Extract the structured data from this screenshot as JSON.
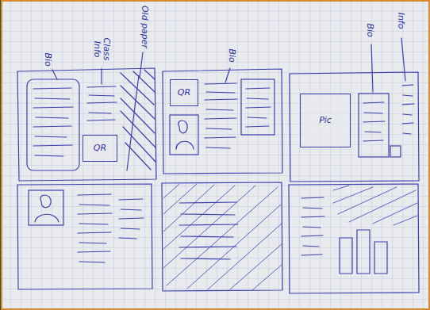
{
  "diagram": {
    "nodes": [
      {
        "text": [
          "QR"
        ]
      },
      {
        "text": [
          "QR"
        ]
      },
      {
        "text": [
          "Pic"
        ]
      }
    ],
    "labels": [
      "Bio",
      "Class Info",
      "Old paper",
      "Bio",
      "Bio",
      "Info"
    ]
  }
}
